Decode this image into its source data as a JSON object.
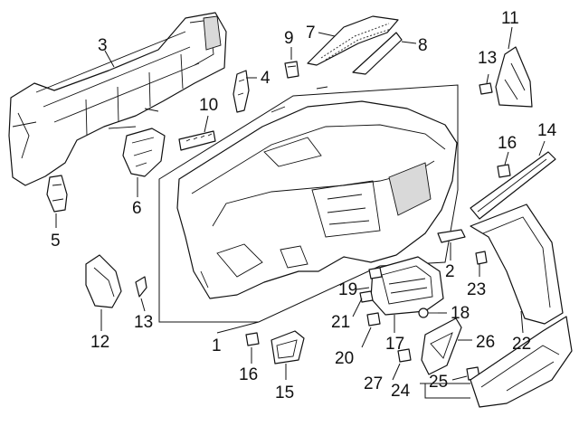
{
  "callouts": {
    "c1": "1",
    "c2": "2",
    "c3": "3",
    "c4": "4",
    "c5": "5",
    "c6": "6",
    "c7": "7",
    "c8": "8",
    "c9": "9",
    "c10": "10",
    "c11": "11",
    "c12": "12",
    "c13a": "13",
    "c13b": "13",
    "c14": "14",
    "c15": "15",
    "c16a": "16",
    "c16b": "16",
    "c17": "17",
    "c18": "18",
    "c19": "19",
    "c20": "20",
    "c21": "21",
    "c22": "22",
    "c23": "23",
    "c24": "24",
    "c25": "25",
    "c26": "26",
    "c27": "27"
  }
}
